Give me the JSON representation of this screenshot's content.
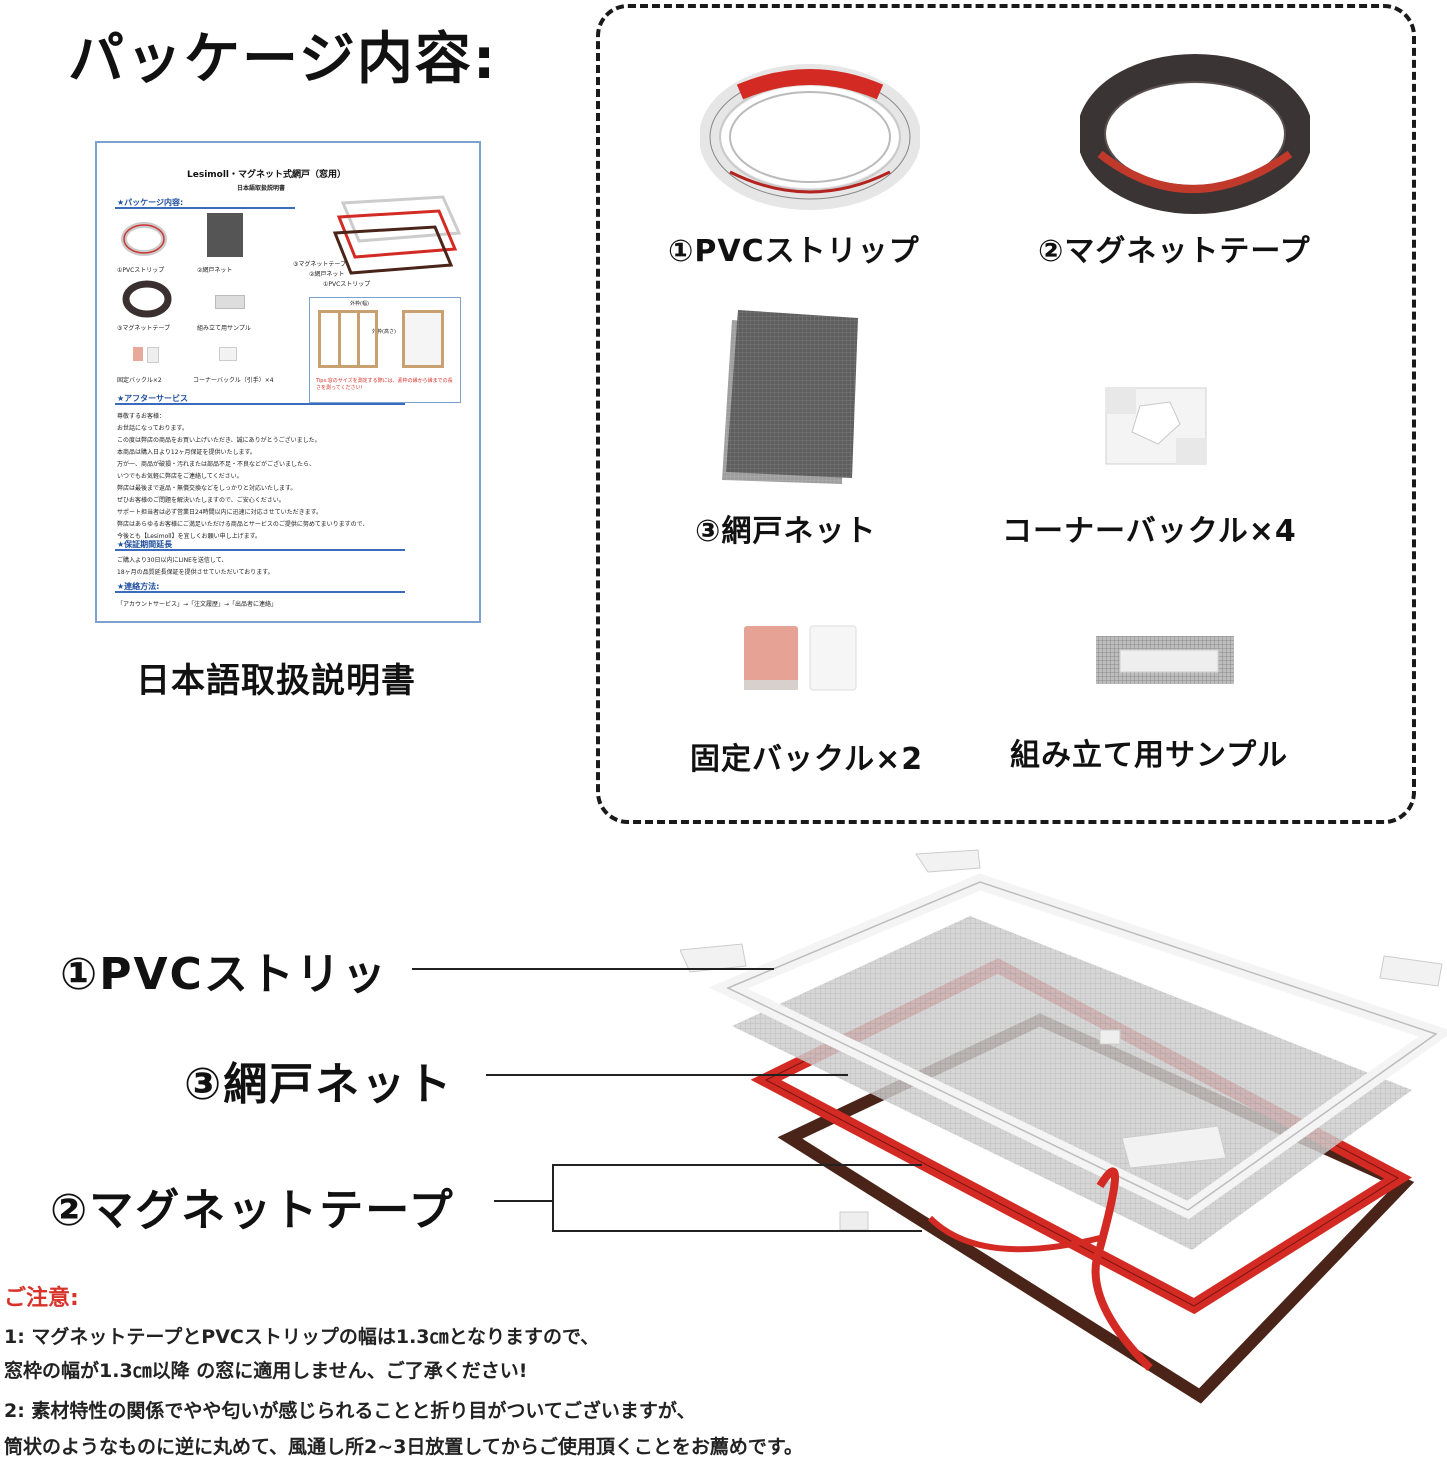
{
  "title": "パッケージ内容:",
  "manual": {
    "caption": "日本語取扱説明書",
    "heading": "Lesimoll・マグネット式網戸（窓用）",
    "subheading": "日本語取扱説明書",
    "sections": [
      "★パッケージ内容:",
      "★アフターサービス",
      "★保証期間延長",
      "★連絡方法:"
    ],
    "items": [
      "①PVCストリップ",
      "②網戸ネット",
      "③マグネットテープ",
      "組み立て用サンプル",
      "固定バックル×2",
      "コーナーバックル（引手）×4"
    ],
    "diagram_labels": [
      "③マグネットテープ",
      "②網戸ネット",
      "①PVCストリップ"
    ],
    "window_labels": [
      "外枠(幅)",
      "外枠(高さ)"
    ],
    "tips": "Tips:窓のサイズを測定する際には、素枠の縁から縁までの長さを測ってください!",
    "service_lines": [
      "尊敬するお客様：",
      "お世話になっております。",
      "この度は弊店の商品をお買い上げいただき、誠にありがとうございました。",
      "本商品は購入日より12ヶ月保証を提供いたします。",
      "万が一、商品が破損・汚れまたは部品不足・不良などがございましたら、",
      "いつでもお気軽に弊店をご連絡してください。",
      "弊店は最後まで返品・無償交換などをしっかりと対応いたします。",
      "ぜひお客様のご問題を解決いたしますので、ご安心ください。",
      "サポート担当者は必ず営業日24時間以内に迅速に対応させていただきます。",
      "弊店はあらゆるお客様にご満足いただける商品とサービスのご提供に努めてまいりますので、",
      "今後とも【Lesimoll】を宜しくお願い申し上げます。"
    ],
    "warranty_lines": [
      "ご購入より30日以内にLINEを送信して、",
      "18ヶ月の品質延長保証を提供させていただいております。"
    ],
    "contact_line": "「アカウントサービス」→「注文履歴」→「出品者に連絡」"
  },
  "package_items": [
    {
      "label": "①PVCストリップ",
      "icon": "pvc-strip-roll-icon"
    },
    {
      "label": "②マグネットテープ",
      "icon": "magnet-tape-roll-icon"
    },
    {
      "label": "③網戸ネット",
      "icon": "screen-net-icon"
    },
    {
      "label": "コーナーバックル×4",
      "icon": "corner-buckle-icon"
    },
    {
      "label": "固定バックル×2",
      "icon": "fixing-buckle-icon"
    },
    {
      "label": "組み立て用サンプル",
      "icon": "assembly-sample-icon"
    }
  ],
  "diagram": {
    "labels": [
      "①PVCストリッ",
      "③網戸ネット",
      "②マグネットテープ"
    ]
  },
  "notes": {
    "title": "ご注意:",
    "lines": [
      "1:  マグネットテープとPVCストリップの幅は1.3㎝となりますので、",
      "     窓枠の幅が1.3㎝以降 の窓に適用しません、ご了承ください!",
      "2:  素材特性の関係でやや匂いが感じられることと折り目がついてございますが、",
      "     筒状のようなものに逆に丸めて、風通し所2~3日放置してからご使用頂くことをお薦めです。"
    ]
  },
  "colors": {
    "note_red": "#d8332a",
    "manual_border": "#7da2cf",
    "magnet_red": "#d42a24",
    "magnet_brown": "#4a2418"
  }
}
